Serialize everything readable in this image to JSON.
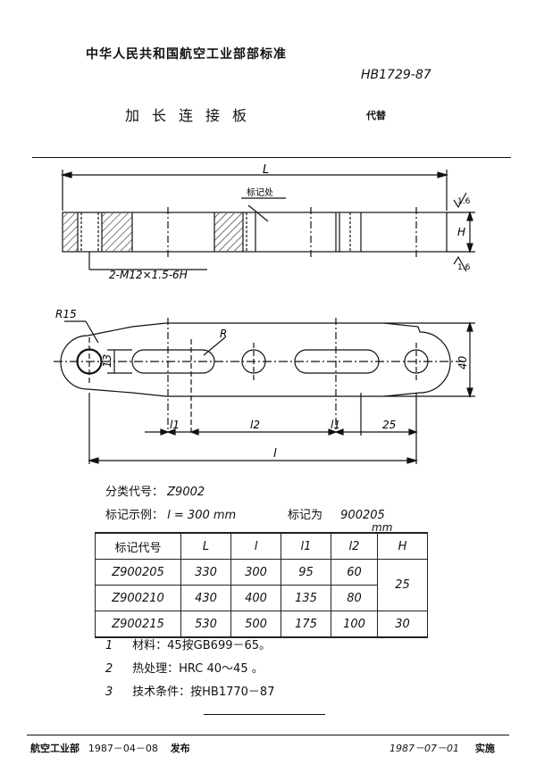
{
  "header": {
    "organization": "中华人民共和国航空工业部部标准",
    "standard_code": "HB1729-87",
    "title": "加长连接板",
    "replaces": "代替"
  },
  "drawing": {
    "top_view": {
      "dim_L": "L",
      "marking_label": "标记处",
      "roughness_top": "1.6",
      "roughness_bottom": "1.6",
      "dim_H": "H",
      "thread_callout": "2-M12×1.5-6H"
    },
    "plan_view": {
      "dim_R15": "R15",
      "dim_R": "R",
      "dim_13": "13",
      "dim_40": "40",
      "dim_l1_left": "l1",
      "dim_l2": "l2",
      "dim_l1_right": "l1",
      "dim_25": "25",
      "dim_l": "l"
    }
  },
  "info": {
    "category_label": "分类代号：",
    "category_value": "Z9002",
    "example_label": "标记示例：",
    "example_value": "l = 300 mm",
    "marking_label": "标记为",
    "marking_value": "900205",
    "unit": "mm"
  },
  "table": {
    "headers": [
      "标记代号",
      "L",
      "l",
      "l1",
      "l2",
      "H"
    ],
    "rows": [
      {
        "code": "Z900205",
        "L": "330",
        "l": "300",
        "l1": "95",
        "l2": "60"
      },
      {
        "code": "Z900210",
        "L": "430",
        "l": "400",
        "l1": "135",
        "l2": "80"
      },
      {
        "code": "Z900215",
        "L": "530",
        "l": "500",
        "l1": "175",
        "l2": "100"
      }
    ],
    "H_merged": "25",
    "H_last": "30"
  },
  "notes": [
    {
      "num": "1",
      "text": "材料：45按GB699－65。"
    },
    {
      "num": "2",
      "text": "热处理：HRC 40～45 。"
    },
    {
      "num": "3",
      "text": "技术条件：按HB1770－87"
    }
  ],
  "footer": {
    "issuer": "航空工业部",
    "issue_date": "1987－04－08",
    "issued": "发布",
    "effective_date": "1987－07－01",
    "effective": "实施"
  }
}
